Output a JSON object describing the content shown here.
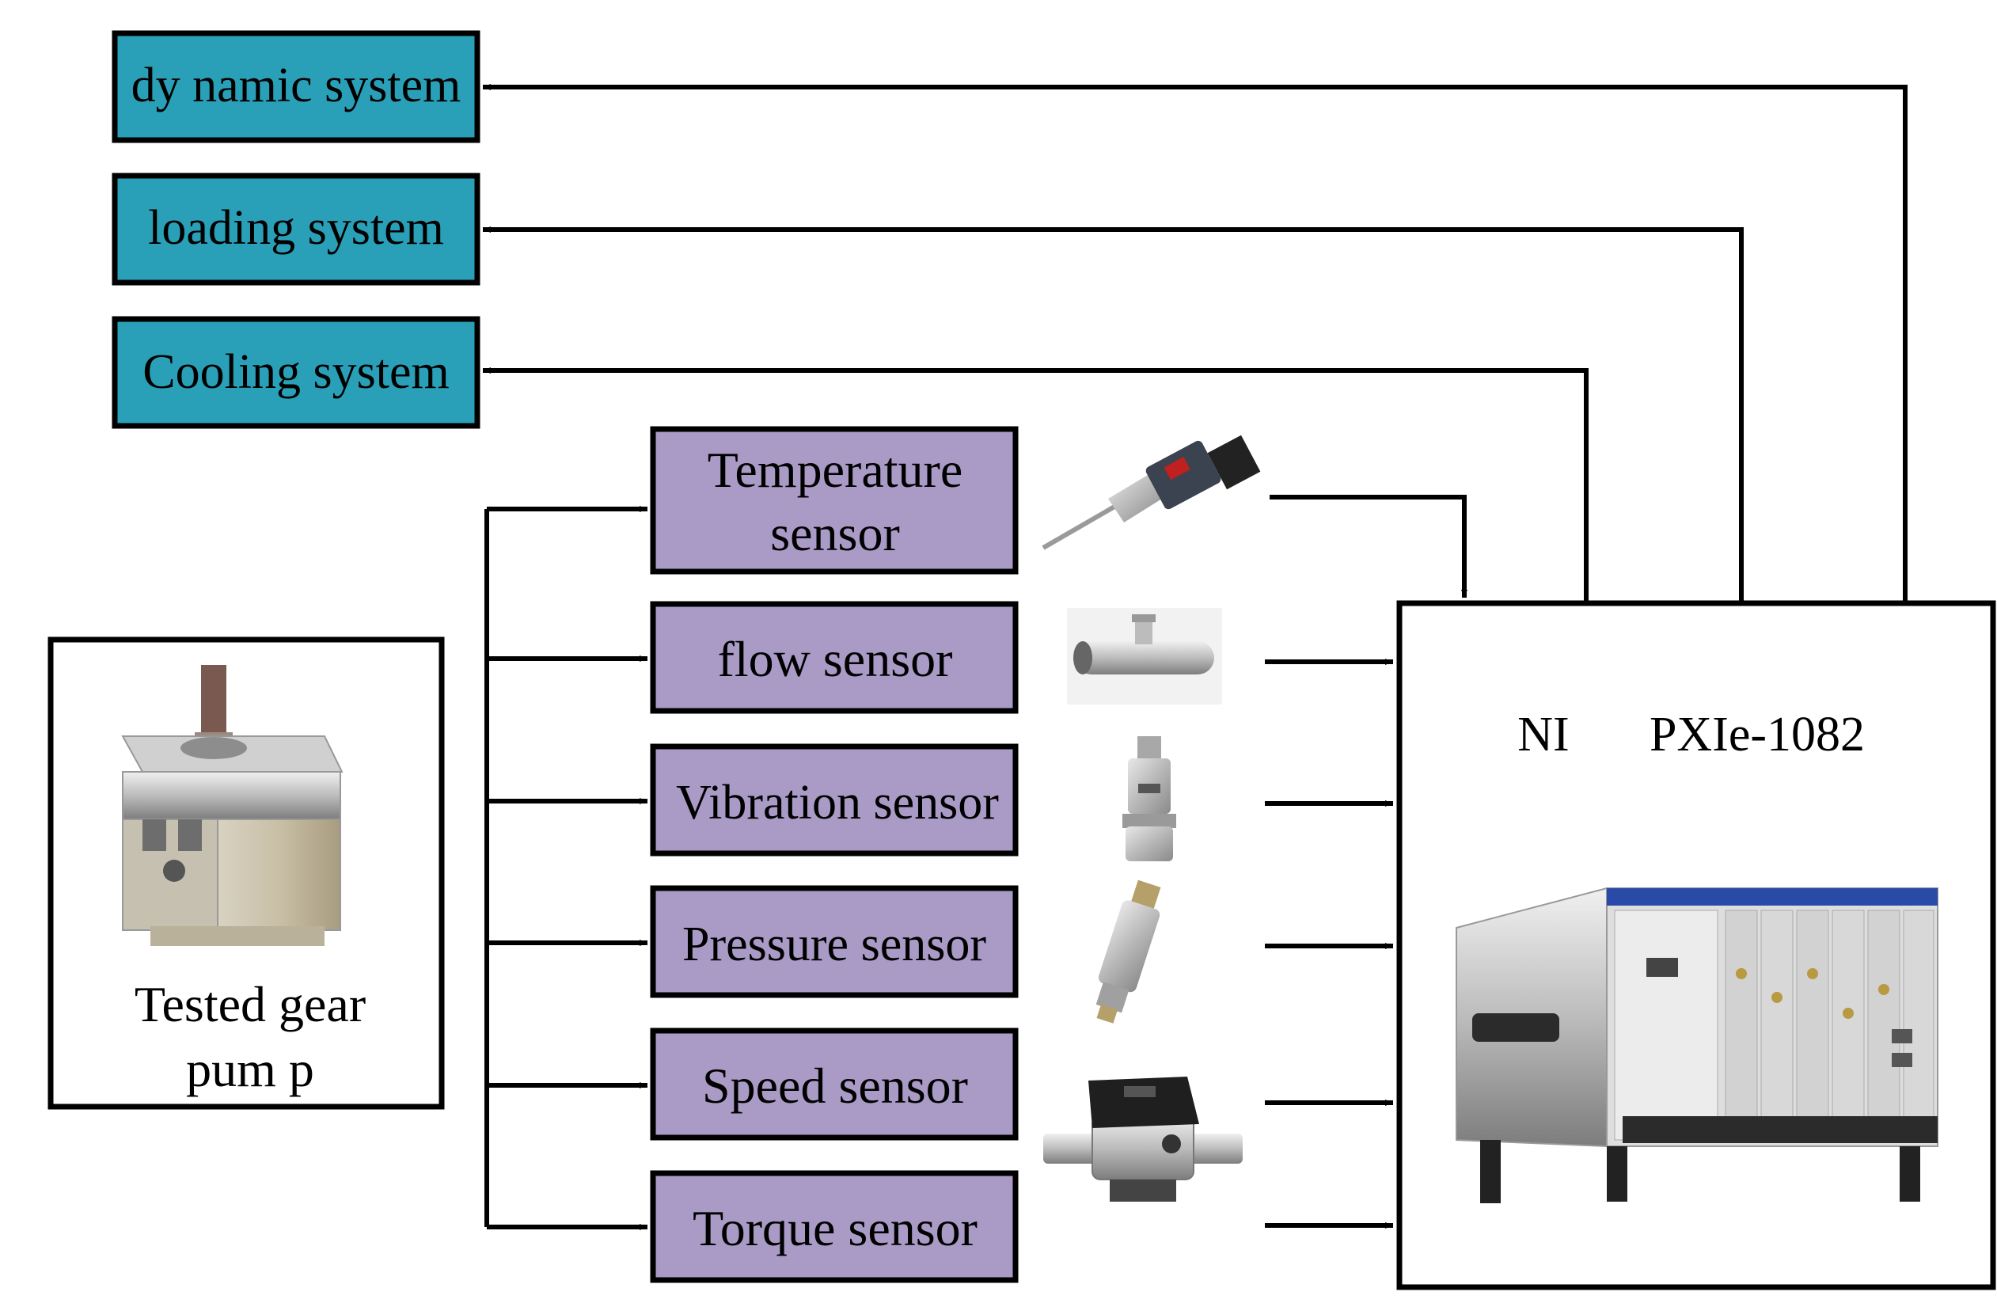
{
  "diagram": {
    "control_systems": [
      {
        "label": "dy namic system"
      },
      {
        "label": "loading system"
      },
      {
        "label": "Cooling system"
      }
    ],
    "sensors": [
      {
        "lines": [
          "Temperature",
          "sensor"
        ]
      },
      {
        "lines": [
          "flow sensor"
        ]
      },
      {
        "lines": [
          "Vibration sensor"
        ]
      },
      {
        "lines": [
          "Pressure sensor"
        ]
      },
      {
        "lines": [
          "Speed sensor"
        ]
      },
      {
        "lines": [
          "Torque sensor"
        ]
      }
    ],
    "pump": {
      "lines": [
        "Tested gear",
        "pum p"
      ]
    },
    "daq": {
      "label_1": "NI",
      "label_2": "PXIe-1082"
    },
    "colors": {
      "system_fill": "#2aa0b8",
      "sensor_fill": "#a99bc6",
      "stroke": "#000000",
      "background": "#ffffff"
    }
  }
}
